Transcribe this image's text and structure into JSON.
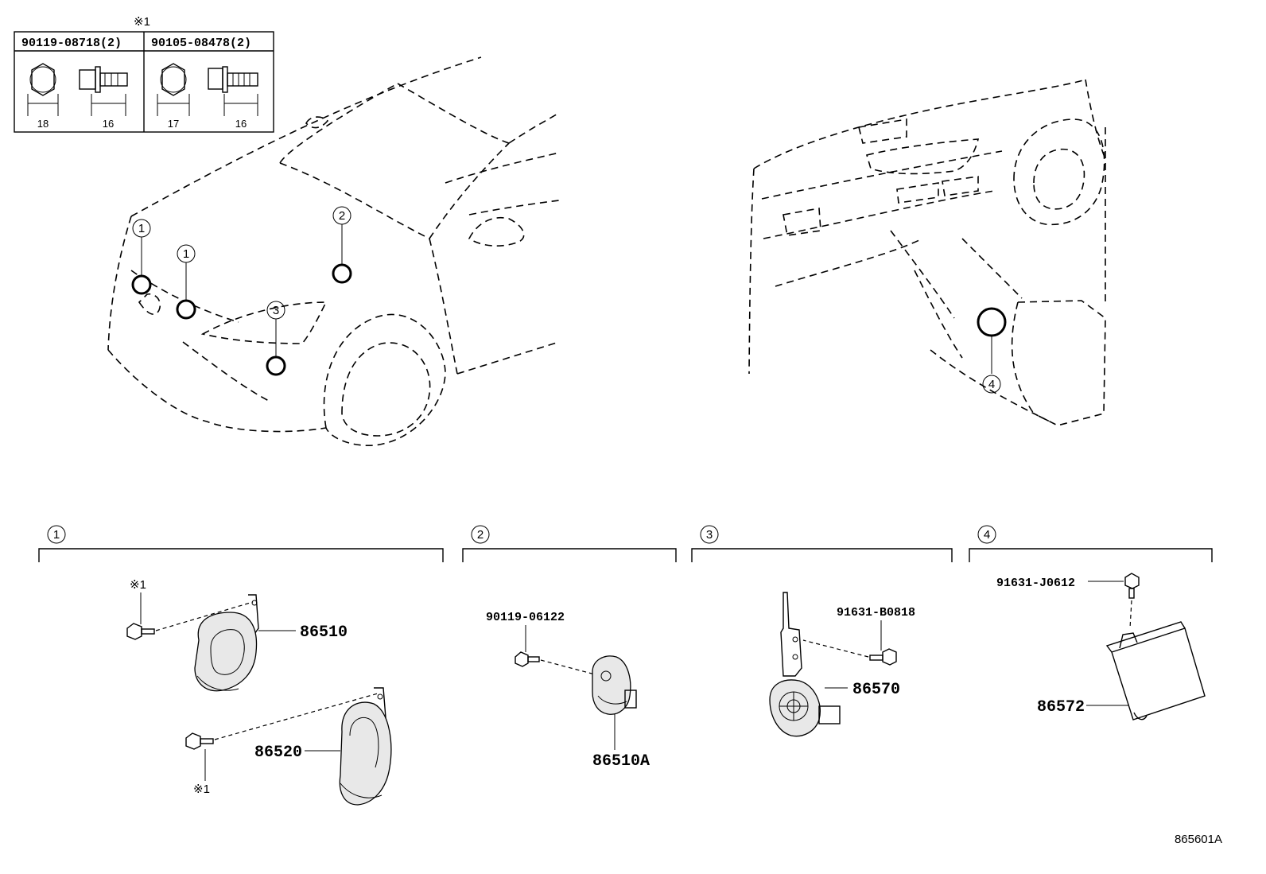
{
  "fasteners": {
    "note_mark": "※1",
    "items": [
      {
        "part": "90119-08718(2)",
        "dim_a": "18",
        "dim_b": "16"
      },
      {
        "part": "90105-08478(2)",
        "dim_a": "17",
        "dim_b": "16"
      }
    ]
  },
  "callouts": [
    "1",
    "2",
    "3",
    "4"
  ],
  "groups": [
    {
      "num": "1",
      "parts": [
        {
          "part": "86510"
        },
        {
          "part": "86520"
        }
      ],
      "notes": [
        "※1",
        "※1"
      ]
    },
    {
      "num": "2",
      "parts": [
        {
          "part": "86510A"
        }
      ],
      "bolt": "90119-06122"
    },
    {
      "num": "3",
      "parts": [
        {
          "part": "86570"
        }
      ],
      "bolt": "91631-B0818"
    },
    {
      "num": "4",
      "parts": [
        {
          "part": "86572"
        }
      ],
      "bolt": "91631-J0612"
    }
  ],
  "reference": "865601A"
}
